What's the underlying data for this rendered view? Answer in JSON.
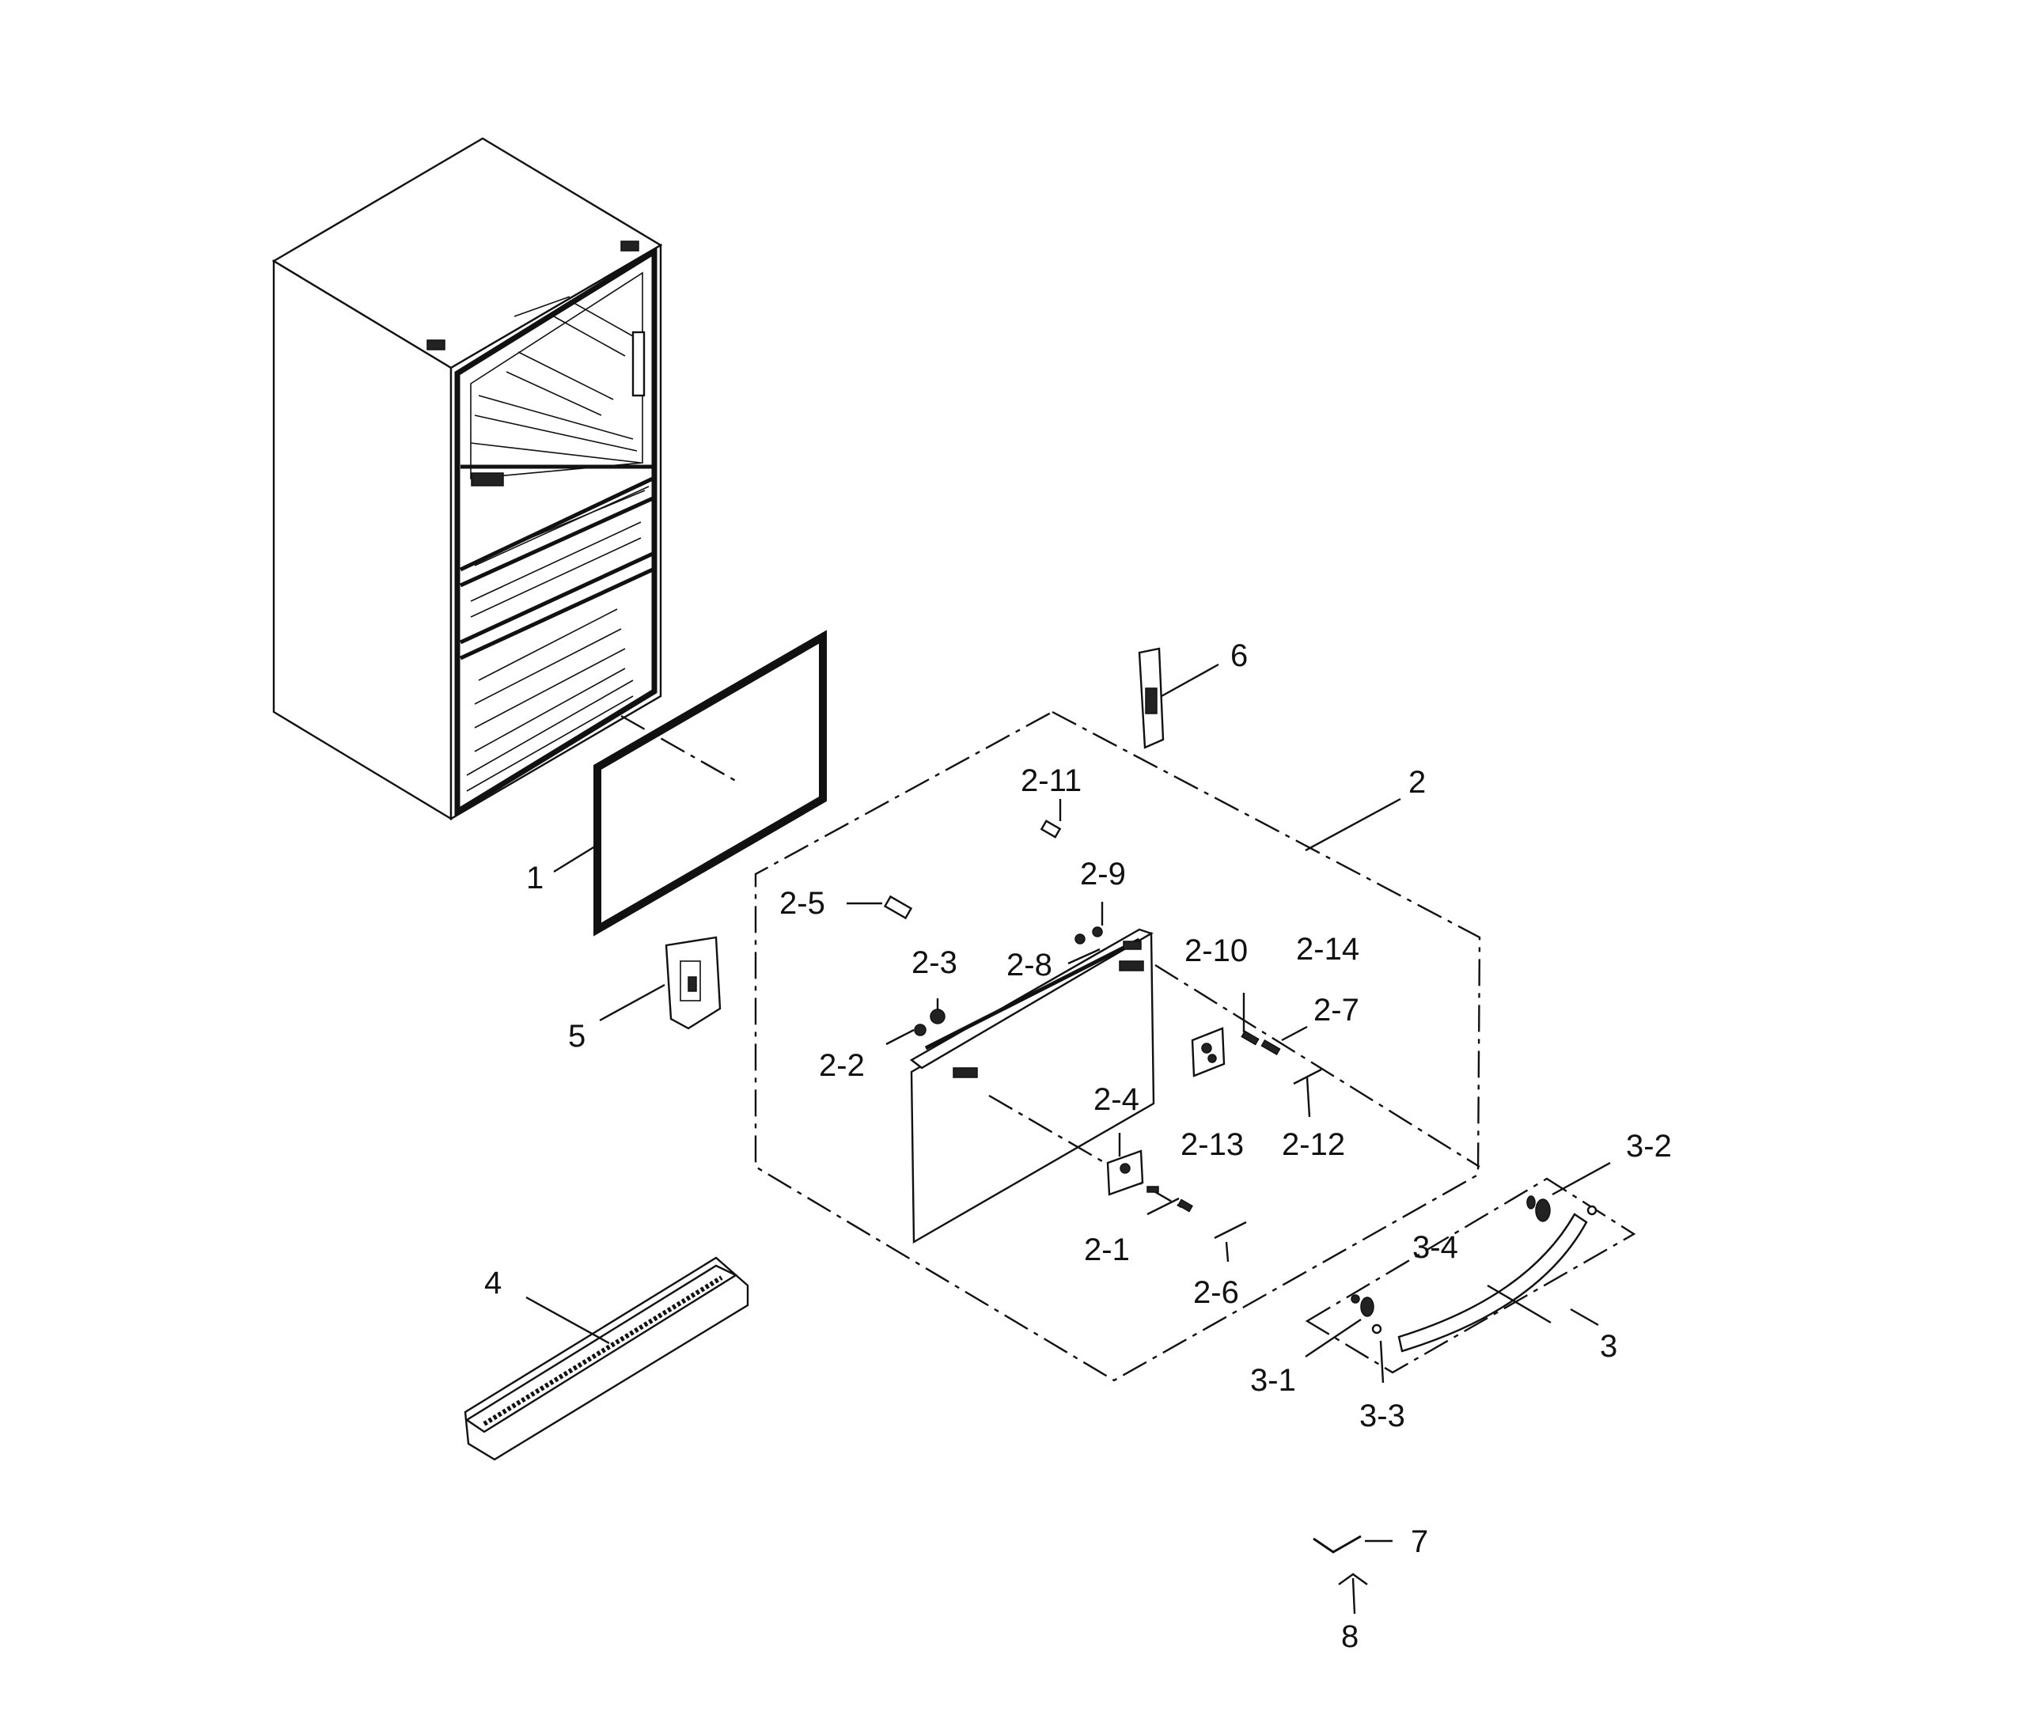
{
  "diagram": {
    "part_labels": [
      "1",
      "2",
      "2-1",
      "2-2",
      "2-3",
      "2-4",
      "2-5",
      "2-6",
      "2-7",
      "2-8",
      "2-9",
      "2-10",
      "2-11",
      "2-12",
      "2-13",
      "2-14",
      "3",
      "3-1",
      "3-2",
      "3-3",
      "3-4",
      "4",
      "5",
      "6",
      "7",
      "8"
    ]
  }
}
